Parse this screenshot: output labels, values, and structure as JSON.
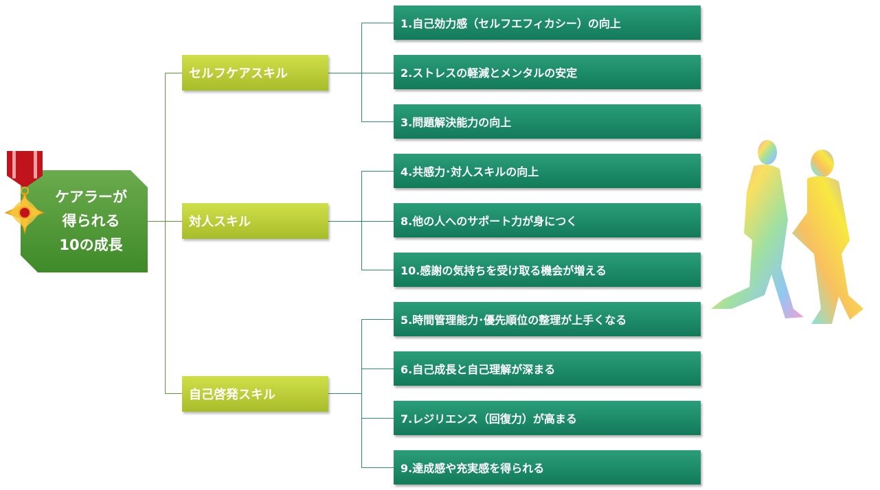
{
  "root": {
    "line1": "ケアラーが",
    "line2": "得られる",
    "line3": "10の成長"
  },
  "categories": [
    {
      "label": "セルフケアスキル",
      "items": [
        "1.自己効力感（セルフエフィカシー）の向上",
        "2.ストレスの軽減とメンタルの安定",
        "3.問題解決能力の向上"
      ]
    },
    {
      "label": "対人スキル",
      "items": [
        "4.共感力･対人スキルの向上",
        "8.他の人へのサポート力が身につく",
        "10.感謝の気持ちを受け取る機会が増える"
      ]
    },
    {
      "label": "自己啓発スキル",
      "items": [
        "5.時間管理能力･優先順位の整理が上手くなる",
        "6.自己成長と自己理解が深まる",
        "7.レジリエンス（回復力）が高まる",
        "9.達成感や充実感を得られる"
      ]
    }
  ],
  "colors": {
    "root": "#4f9a35",
    "category": "#bccf38",
    "leaf": "#1a8a66",
    "connector": "#2e8b6e"
  }
}
